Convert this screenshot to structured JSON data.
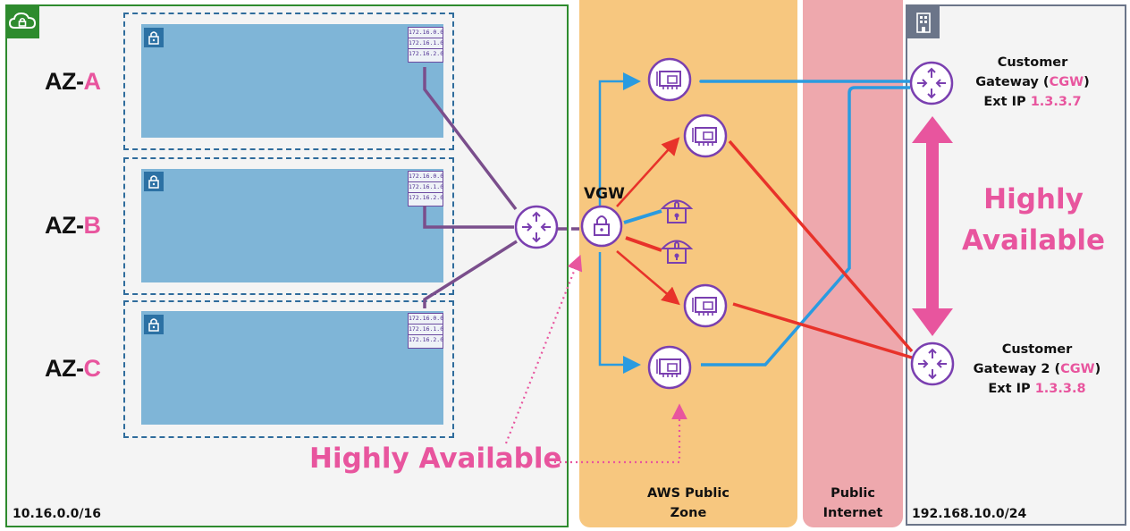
{
  "vpc": {
    "cidr": "10.16.0.0/16",
    "icon": "cloud-lock-icon"
  },
  "azs": [
    {
      "prefix": "AZ-",
      "letter": "A",
      "routes": [
        "172.16.0.0",
        "172.16.1.0",
        "172.16.2.0"
      ]
    },
    {
      "prefix": "AZ-",
      "letter": "B",
      "routes": [
        "172.16.0.0",
        "172.16.1.0",
        "172.16.2.0"
      ]
    },
    {
      "prefix": "AZ-",
      "letter": "C",
      "routes": [
        "172.16.0.0",
        "172.16.1.0",
        "172.16.2.0"
      ]
    }
  ],
  "vgw": {
    "label": "VGW"
  },
  "highly_available_bottom": "Highly Available",
  "aws_public_zone": {
    "line1": "AWS Public",
    "line2": "Zone"
  },
  "public_internet": {
    "line1": "Public",
    "line2": "Internet"
  },
  "onprem": {
    "cidr": "192.168.10.0/24",
    "icon": "building-icon"
  },
  "cgw1": {
    "line1": "Customer",
    "line2_a": "Gateway (",
    "line2_b": "CGW",
    "line2_c": ")",
    "line3_a": "Ext IP ",
    "line3_b": "1.3.3.7"
  },
  "cgw2": {
    "line1": "Customer",
    "line2_a": "Gateway 2 (",
    "line2_b": "CGW",
    "line2_c": ")",
    "line3_a": "Ext IP ",
    "line3_b": "1.3.3.8"
  },
  "highly_available_right": {
    "line1": "Highly",
    "line2": "Available"
  },
  "colors": {
    "pink": "#e8559e",
    "purple": "#7a3fb0",
    "blue": "#2a9be0",
    "red": "#e8322a",
    "green": "#2e8b2e"
  }
}
